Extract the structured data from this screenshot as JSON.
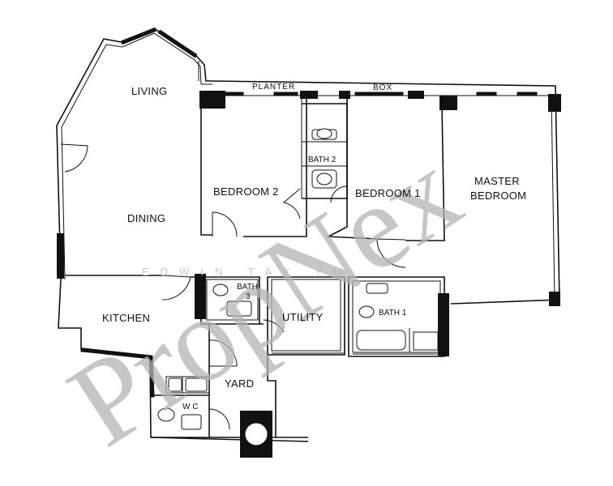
{
  "rooms": {
    "living": "LIVING",
    "dining": "DINING",
    "bedroom2": "BEDROOM 2",
    "bedroom1": "BEDROOM 1",
    "master_line1": "MASTER",
    "master_line2": "BEDROOM",
    "bath2": "BATH 2",
    "bath3_line1": "BATH",
    "bath3_line2": "3",
    "utility": "UTILITY",
    "bath1": "BATH 1",
    "kitchen": "KITCHEN",
    "yard": "YARD",
    "wc": "W C"
  },
  "planter": {
    "word1": "PLANTER",
    "word2": "BOX"
  },
  "watermark": {
    "brand": "PropNex",
    "agent": "EDWIN TAY YH"
  }
}
